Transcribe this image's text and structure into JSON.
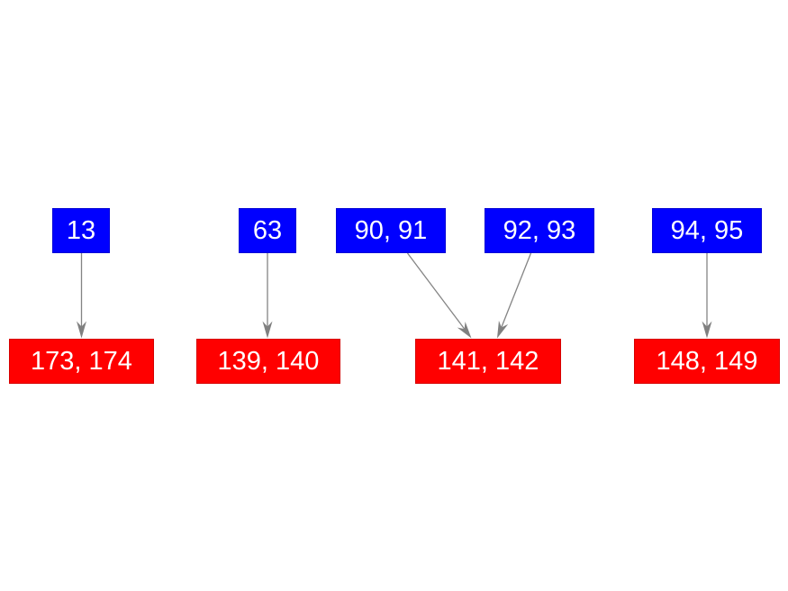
{
  "graph": {
    "background_color": "#ffffff",
    "edge_color": "#848484",
    "arrowhead_color": "#808080",
    "node_text_color": "#ffffff",
    "top_row_color": "#0000ff",
    "bottom_row_color": "#ff0000",
    "nodes": [
      {
        "label": "13",
        "row": "top"
      },
      {
        "label": "63",
        "row": "top"
      },
      {
        "label": "90, 91",
        "row": "top"
      },
      {
        "label": "92, 93",
        "row": "top"
      },
      {
        "label": "94, 95",
        "row": "top"
      },
      {
        "label": "173, 174",
        "row": "bottom"
      },
      {
        "label": "139, 140",
        "row": "bottom"
      },
      {
        "label": "141, 142",
        "row": "bottom"
      },
      {
        "label": "148, 149",
        "row": "bottom"
      }
    ],
    "edges": [
      {
        "from": "13",
        "to": "173, 174"
      },
      {
        "from": "63",
        "to": "139, 140"
      },
      {
        "from": "90, 91",
        "to": "141, 142"
      },
      {
        "from": "92, 93",
        "to": "141, 142"
      },
      {
        "from": "94, 95",
        "to": "148, 149"
      }
    ]
  }
}
